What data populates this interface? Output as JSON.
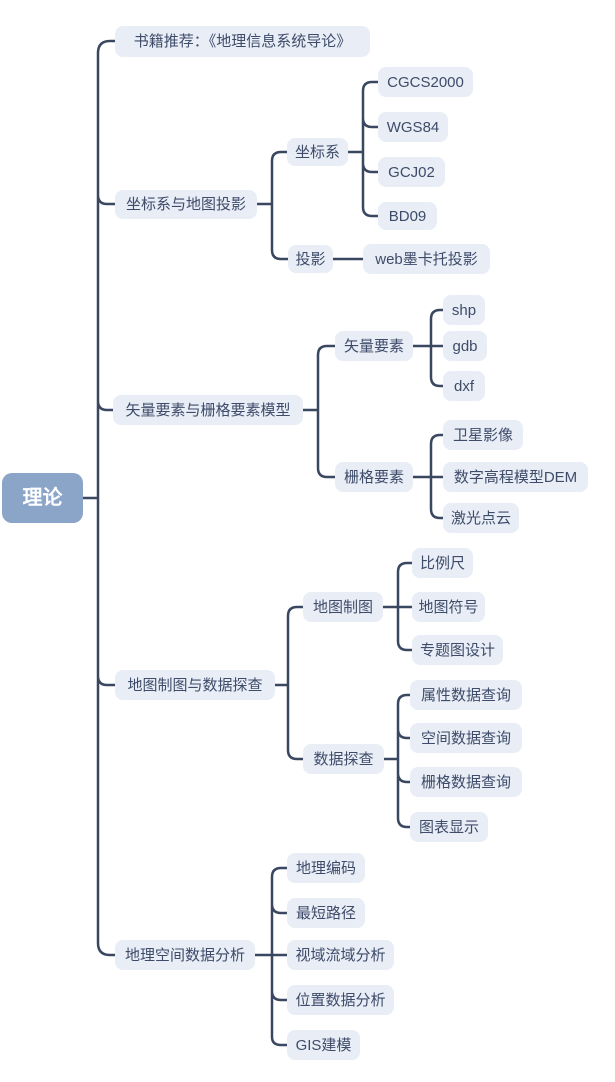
{
  "colors": {
    "canvas_bg": "#FFFFFF",
    "node_bg": "#E8EDF6",
    "node_text": "#3E4C69",
    "root_bg": "#8AA5C8",
    "root_text": "#FFFFFF",
    "line": "#3A4760"
  },
  "mindmap": {
    "root": {
      "label": "理论"
    },
    "branches": [
      {
        "label": "书籍推荐：《地理信息系统导论》"
      },
      {
        "label": "坐标系与地图投影",
        "children": [
          {
            "label": "坐标系",
            "children": [
              {
                "label": "CGCS2000"
              },
              {
                "label": "WGS84"
              },
              {
                "label": "GCJ02"
              },
              {
                "label": "BD09"
              }
            ]
          },
          {
            "label": "投影",
            "children": [
              {
                "label": "web墨卡托投影"
              }
            ]
          }
        ]
      },
      {
        "label": "矢量要素与栅格要素模型",
        "children": [
          {
            "label": "矢量要素",
            "children": [
              {
                "label": "shp"
              },
              {
                "label": "gdb"
              },
              {
                "label": "dxf"
              }
            ]
          },
          {
            "label": "栅格要素",
            "children": [
              {
                "label": "卫星影像"
              },
              {
                "label": "数字高程模型DEM"
              },
              {
                "label": "激光点云"
              }
            ]
          }
        ]
      },
      {
        "label": "地图制图与数据探查",
        "children": [
          {
            "label": "地图制图",
            "children": [
              {
                "label": "比例尺"
              },
              {
                "label": "地图符号"
              },
              {
                "label": "专题图设计"
              }
            ]
          },
          {
            "label": "数据探查",
            "children": [
              {
                "label": "属性数据查询"
              },
              {
                "label": "空间数据查询"
              },
              {
                "label": "栅格数据查询"
              },
              {
                "label": "图表显示"
              }
            ]
          }
        ]
      },
      {
        "label": "地理空间数据分析",
        "children": [
          {
            "label": "地理编码"
          },
          {
            "label": "最短路径"
          },
          {
            "label": "视域流域分析"
          },
          {
            "label": "位置数据分析"
          },
          {
            "label": "GIS建模"
          }
        ]
      }
    ]
  }
}
